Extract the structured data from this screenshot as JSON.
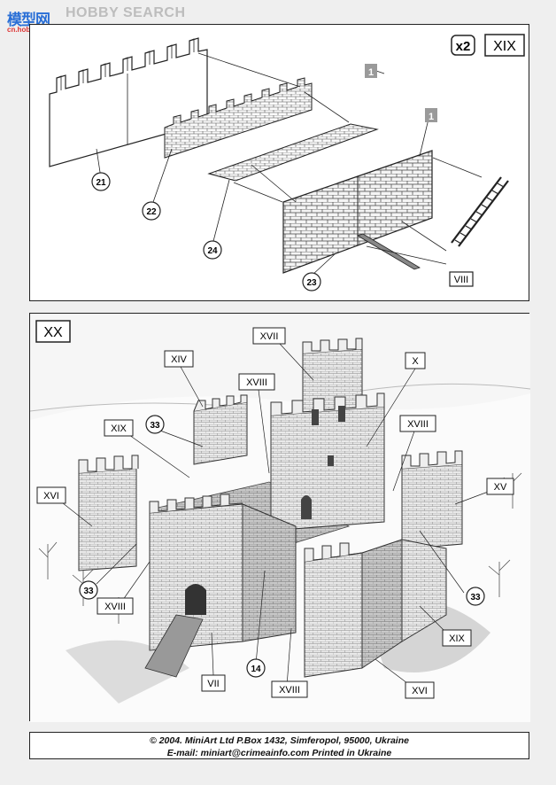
{
  "watermark": {
    "brand_cn": "模型网",
    "brand_en": "HOBBY SEARCH",
    "site": "cn.hobby-search.com"
  },
  "top_panel": {
    "multiplier": "x2",
    "step": "XIX",
    "part_badges": [
      "1",
      "1"
    ],
    "callouts": [
      "21",
      "22",
      "24",
      "23"
    ],
    "ladder_label": "VIII"
  },
  "bottom_panel": {
    "step": "XX",
    "labels": [
      "XVII",
      "XIV",
      "XVIII",
      "X",
      "XIX",
      "33",
      "XVIII",
      "XVI",
      "XV",
      "33",
      "33",
      "XVIII",
      "XIX",
      "14",
      "VII",
      "XVIII",
      "XVI"
    ]
  },
  "footer": {
    "line1": "© 2004. MiniArt Ltd      P.Box 1432, Simferopol, 95000, Ukraine",
    "line2": "E-mail: miniart@crimeainfo.com      Printed in Ukraine"
  }
}
